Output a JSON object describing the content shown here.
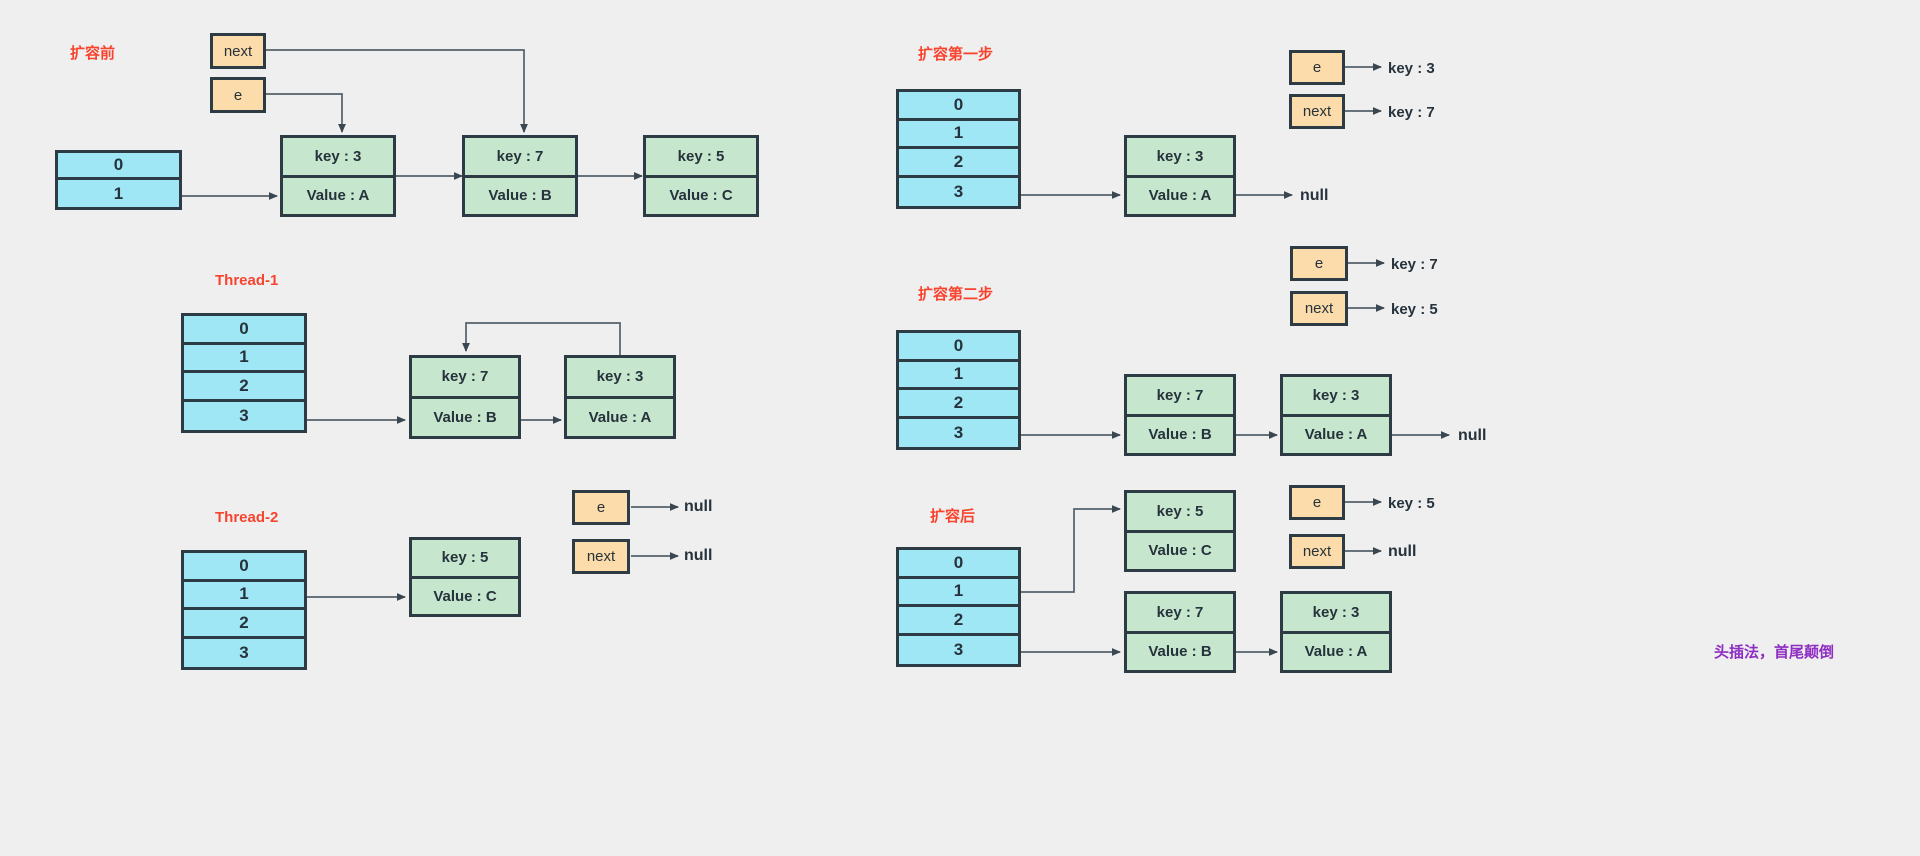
{
  "meta": {
    "title": "HashMap 扩容 / 链表成环 示意图",
    "background_color": "#efefef",
    "caption_color": "#f8442e",
    "note_color": "#8e2ec2",
    "bucket_fill": "#9fe7f5",
    "entry_fill": "#c6e7cd",
    "var_fill": "#fcdcaa",
    "stroke_color": "#2d3b45"
  },
  "panels": {
    "before_resize": {
      "caption": "扩容前",
      "bucket": {
        "cells": [
          "0",
          "1"
        ]
      },
      "vars": [
        {
          "label": "next"
        },
        {
          "label": "e"
        }
      ],
      "entries": [
        {
          "key": "key : 3",
          "value": "Value : A"
        },
        {
          "key": "key : 7",
          "value": "Value : B"
        },
        {
          "key": "key : 5",
          "value": "Value : C"
        }
      ]
    },
    "thread1": {
      "caption": "Thread-1",
      "bucket": {
        "cells": [
          "0",
          "1",
          "2",
          "3"
        ]
      },
      "entries": [
        {
          "key": "key : 7",
          "value": "Value : B"
        },
        {
          "key": "key : 3",
          "value": "Value : A"
        }
      ]
    },
    "thread2": {
      "caption": "Thread-2",
      "bucket": {
        "cells": [
          "0",
          "1",
          "2",
          "3"
        ]
      },
      "entries": [
        {
          "key": "key : 5",
          "value": "Value : C"
        }
      ],
      "vars": [
        {
          "label": "e",
          "target": "null"
        },
        {
          "label": "next",
          "target": "null"
        }
      ]
    },
    "step1": {
      "caption": "扩容第一步",
      "bucket": {
        "cells": [
          "0",
          "1",
          "2",
          "3"
        ]
      },
      "entries": [
        {
          "key": "key : 3",
          "value": "Value : A"
        }
      ],
      "tail": "null",
      "vars": [
        {
          "label": "e",
          "target": "key : 3"
        },
        {
          "label": "next",
          "target": "key : 7"
        }
      ]
    },
    "step2": {
      "caption": "扩容第二步",
      "bucket": {
        "cells": [
          "0",
          "1",
          "2",
          "3"
        ]
      },
      "entries": [
        {
          "key": "key : 7",
          "value": "Value : B"
        },
        {
          "key": "key : 3",
          "value": "Value : A"
        }
      ],
      "tail": "null",
      "vars": [
        {
          "label": "e",
          "target": "key : 7"
        },
        {
          "label": "next",
          "target": "key : 5"
        }
      ]
    },
    "after_resize": {
      "caption": "扩容后",
      "bucket": {
        "cells": [
          "0",
          "1",
          "2",
          "3"
        ]
      },
      "entries_bucket1": [
        {
          "key": "key : 5",
          "value": "Value : C"
        }
      ],
      "entries_bucket3": [
        {
          "key": "key : 7",
          "value": "Value : B"
        },
        {
          "key": "key : 3",
          "value": "Value : A"
        }
      ],
      "vars": [
        {
          "label": "e",
          "target": "key : 5"
        },
        {
          "label": "next",
          "target": "null"
        }
      ],
      "note": "头插法，首尾颠倒"
    }
  }
}
